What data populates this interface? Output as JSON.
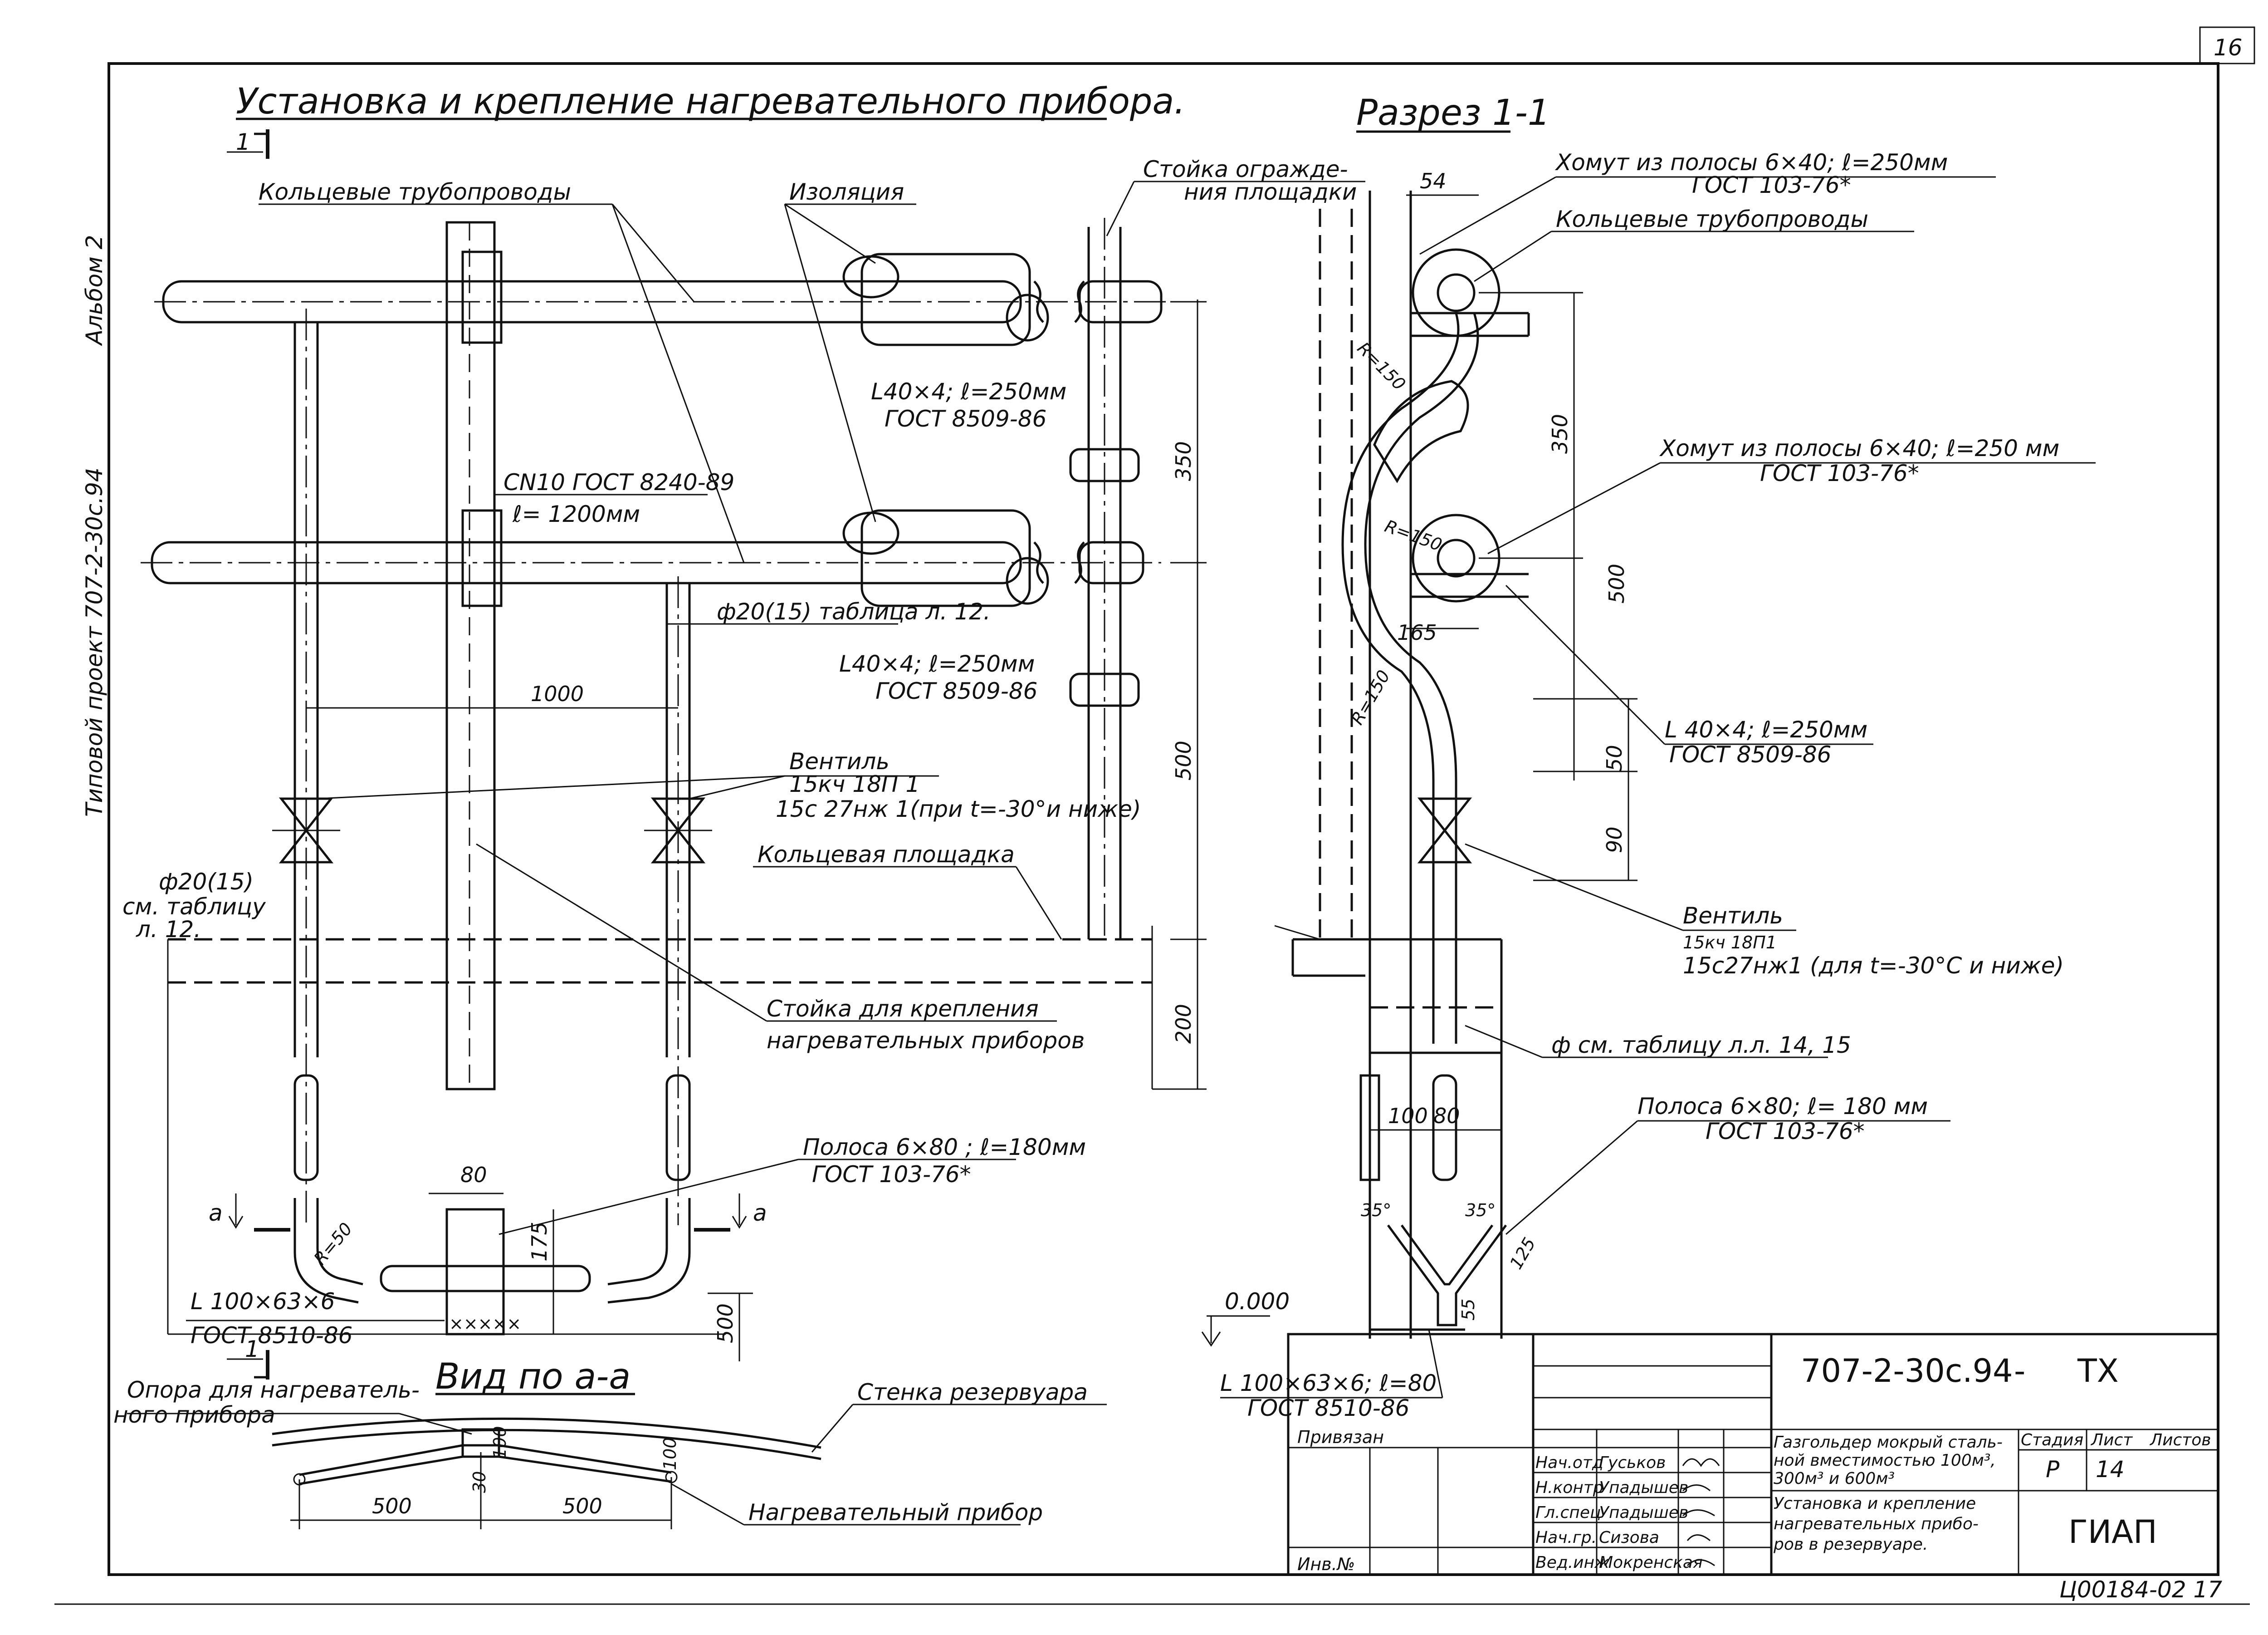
{
  "sheet": {
    "sheet_number": "16",
    "album": "Альбом 2",
    "project": "Типовой проект 707-2-30с.94",
    "archive_code": "Ц00184-02  17"
  },
  "main_view": {
    "title": "Установка и крепление нагревательного прибора.",
    "section_mark": "1",
    "labels": {
      "ring_pipes": "Кольцевые трубопроводы",
      "insulation": "Изоляция",
      "railing_post": "Стойка огражде-",
      "railing_post_2": "ния площадки",
      "angle_top": "L40×4; ℓ=250мм",
      "angle_top_gost": "ГОСТ 8509-86",
      "channel": "СN10 ГОСТ 8240-89",
      "channel_len": "ℓ= 1200мм",
      "pipe_d20_table": "ф20(15) таблица  л. 12.",
      "angle_mid": "L40×4; ℓ=250мм",
      "angle_mid_gost": "ГОСТ 8509-86",
      "valve": "Вентиль",
      "valve_1": "15кч 18П 1",
      "valve_2": "15с 27нж 1(при t=-30°и ниже)",
      "ring_platform": "Кольцевая площадка",
      "pipe_d20": "ф20(15)",
      "see_table": "см. таблицу",
      "sheet_12": "л. 12.",
      "post_heat_1": "Стойка для крепления",
      "post_heat_2": "нагревательных приборов",
      "strip": "Полоса 6×80 ; ℓ=180мм",
      "strip_gost": "ГОСТ 103-76*",
      "angle_bottom": "L 100×63×6",
      "angle_bottom_gost": "ГОСТ 8510-86",
      "cut_a": "а",
      "radius": "R=50"
    },
    "dims": {
      "d350": "350",
      "d500_top": "500",
      "d200": "200",
      "d1000": "1000",
      "d80": "80",
      "d175": "175",
      "d500_bottom": "500"
    }
  },
  "view_a": {
    "title": "Вид по а-а",
    "support_1": "Опора для нагреватель-",
    "support_2": "ного прибора",
    "tank_wall": "Стенка резервуара",
    "heater": "Нагревательный прибор",
    "d500_left": "500",
    "d500_right": "500",
    "d30": "30",
    "d100": "100",
    "d100b": "100"
  },
  "section_view": {
    "title": "Разрез 1-1",
    "clamp_top_1": "Хомут из полосы 6×40; ℓ=250мм",
    "clamp_top_2": "ГОСТ 103-76*",
    "ring_pipes": "Кольцевые трубопроводы",
    "clamp_mid_1": "Хомут из полосы 6×40; ℓ=250 мм",
    "clamp_mid_2": "ГОСТ 103-76*",
    "angle_1": "L 40×4; ℓ=250мм",
    "angle_2": "ГОСТ 8509-86",
    "valve": "Вентиль",
    "valve_1": "15кч 18П1",
    "valve_2": "15с27нж1 (для t=-30°С и ниже)",
    "pipe_see": "ф     см. таблицу л.л. 14, 15",
    "strip_1": "Полоса  6×80;  ℓ= 180 мм",
    "strip_2": "ГОСТ  103-76*",
    "angle_bot_1": "L 100×63×6; ℓ=80",
    "angle_bot_2": "ГОСТ 8510-86",
    "level": "0.000",
    "d54": "54",
    "r150a": "R=150",
    "r150b": "R=150",
    "r150c": "R=150",
    "d165": "165",
    "d350": "350",
    "d500": "500",
    "d50": "50",
    "d90": "90",
    "d100": "100",
    "d80": "80",
    "a35l": "35°",
    "a35r": "35°",
    "d125": "125",
    "d55": "55"
  },
  "stamp": {
    "code": "707-2-30с.94",
    "dash": "-",
    "mark": "ТХ",
    "tied": "Привязан",
    "inv": "Инв.№",
    "roles": [
      "Нач.отд",
      "Н.контр",
      "Гл.спец",
      "Нач.гр.",
      "Вед.инж"
    ],
    "names": [
      "Гуськов",
      "Упадышев",
      "Упадышев",
      "Сизова",
      "Мокренская"
    ],
    "object_1": "Газгольдер мокрый сталь-",
    "object_2": "ной вместимостью 100м³,",
    "object_3": "300м³ и 600м³",
    "sheet_title_1": "Установка и крепление",
    "sheet_title_2": "нагревательных прибо-",
    "sheet_title_3": "ров  в  резервуаре.",
    "stage_h": "Стадия",
    "sheet_h": "Лист",
    "sheets_h": "Листов",
    "stage": "Р",
    "sheet": "14",
    "org": "ГИАП"
  }
}
